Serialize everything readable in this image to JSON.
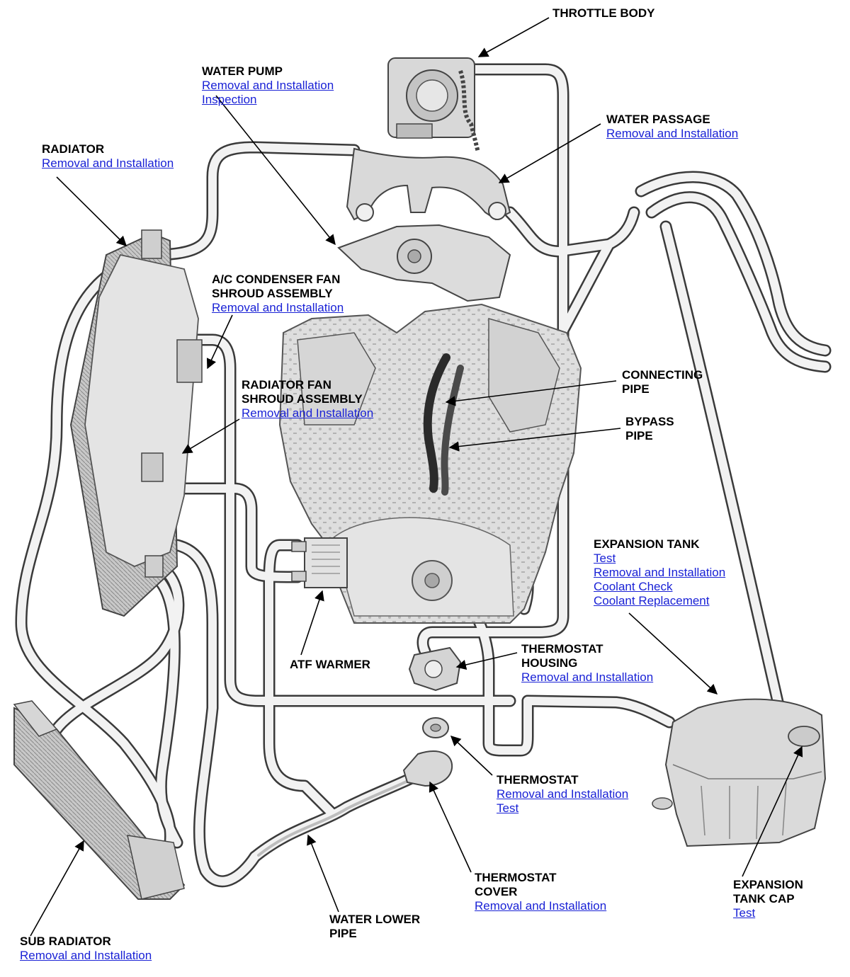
{
  "labels": {
    "throttle_body": {
      "title": [
        "THROTTLE BODY"
      ],
      "links": []
    },
    "water_pump": {
      "title": [
        "WATER PUMP"
      ],
      "links": [
        "Removal and Installation",
        "Inspection"
      ]
    },
    "water_passage": {
      "title": [
        "WATER PASSAGE"
      ],
      "links": [
        "Removal and Installation"
      ]
    },
    "radiator": {
      "title": [
        "RADIATOR"
      ],
      "links": [
        "Removal and Installation"
      ]
    },
    "ac_condenser_fan": {
      "title": [
        "A/C CONDENSER FAN",
        "SHROUD ASSEMBLY"
      ],
      "links": [
        "Removal and Installation"
      ]
    },
    "radiator_fan": {
      "title": [
        "RADIATOR FAN",
        "SHROUD ASSEMBLY"
      ],
      "links": [
        "Removal and Installation"
      ]
    },
    "connecting_pipe": {
      "title": [
        "CONNECTING",
        "PIPE"
      ],
      "links": []
    },
    "bypass_pipe": {
      "title": [
        "BYPASS",
        "PIPE"
      ],
      "links": []
    },
    "expansion_tank": {
      "title": [
        "EXPANSION TANK"
      ],
      "links": [
        "Test",
        "Removal and Installation",
        "Coolant Check",
        "Coolant Replacement"
      ]
    },
    "atf_warmer": {
      "title": [
        "ATF WARMER"
      ],
      "links": []
    },
    "thermostat_housing": {
      "title": [
        "THERMOSTAT",
        "HOUSING"
      ],
      "links": [
        "Removal and Installation"
      ]
    },
    "thermostat": {
      "title": [
        "THERMOSTAT"
      ],
      "links": [
        "Removal and Installation",
        "Test"
      ]
    },
    "thermostat_cover": {
      "title": [
        "THERMOSTAT",
        "COVER"
      ],
      "links": [
        "Removal and Installation"
      ]
    },
    "water_lower_pipe": {
      "title": [
        "WATER LOWER",
        "PIPE"
      ],
      "links": []
    },
    "expansion_tank_cap": {
      "title": [
        "EXPANSION",
        "TANK CAP"
      ],
      "links": [
        "Test"
      ]
    },
    "sub_radiator": {
      "title": [
        "SUB RADIATOR"
      ],
      "links": [
        "Removal and Installation"
      ]
    }
  },
  "colors": {
    "text": "#000000",
    "link": "#1a22d6",
    "hose_fill": "#f2f2f2",
    "hose_outline": "#3a3a3a",
    "part_fill": "#d9d9d9"
  }
}
